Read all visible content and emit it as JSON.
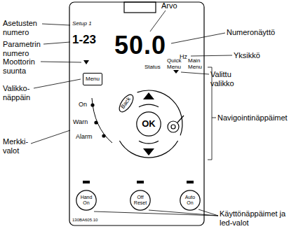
{
  "diagram": {
    "nodes": [
      {
        "text": [
          "Menu"
        ]
      },
      {
        "text": [
          "Back"
        ]
      },
      {
        "text": [
          "OK"
        ]
      },
      {
        "text": [
          "Hand On"
        ]
      },
      {
        "text": [
          "Off Reset"
        ]
      },
      {
        "text": [
          "Auto On"
        ]
      }
    ],
    "labels": [
      "Asetusten numero",
      "Parametrin numero",
      "Moottorin suunta",
      "Valikko- näppäin",
      "Merkki- valot",
      "Arvo",
      "Numeronäyttö",
      "Yksikkö",
      "Valittu valikko",
      "Navigointinäppäimet",
      "Käyttönäppäimet ja led-valot",
      "Setup 1",
      "1-23",
      "50.0",
      "Hz",
      "Status",
      "Quick Menu",
      "Main Menu",
      "On",
      "Warn",
      "Alarm",
      "130BA605.10"
    ]
  }
}
